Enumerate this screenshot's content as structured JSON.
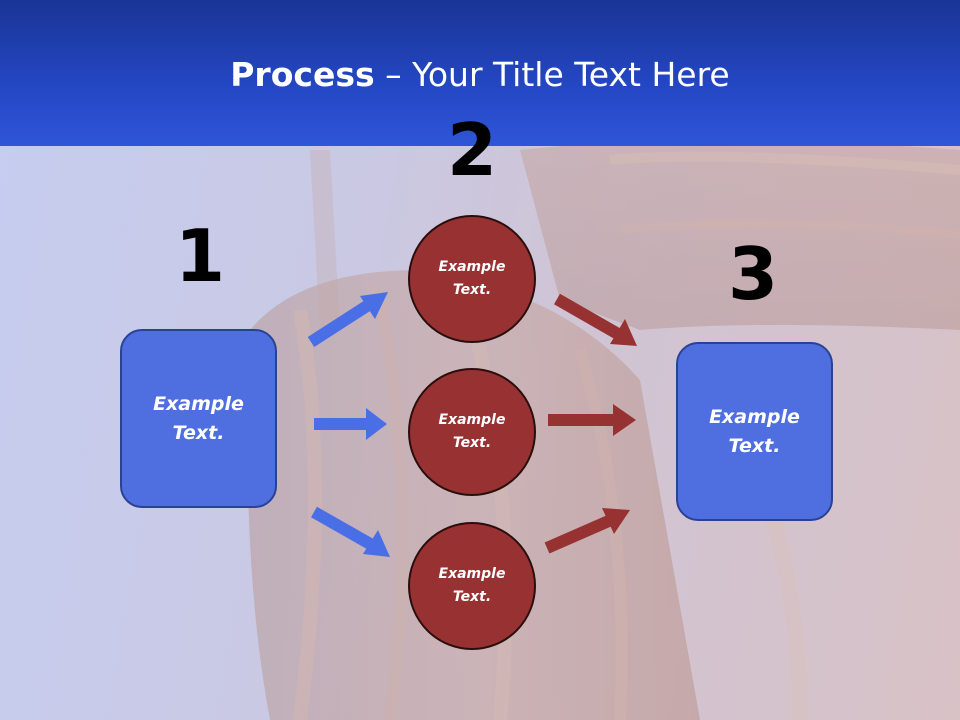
{
  "slide": {
    "title_bold": "Process",
    "title_rest": " – Your Title Text Here"
  },
  "steps": {
    "one": "1",
    "two": "2",
    "three": "3"
  },
  "nodes": {
    "left_box": "Example Text.",
    "right_box": "Example Text.",
    "circle_top": "Example Text.",
    "circle_middle": "Example Text.",
    "circle_bottom": "Example Text."
  },
  "colors": {
    "header": "#2447c4",
    "box_fill": "#4f6ee0",
    "circle_fill": "#983232",
    "blue_arrow": "#4a6ee6",
    "red_arrow": "#963232"
  }
}
